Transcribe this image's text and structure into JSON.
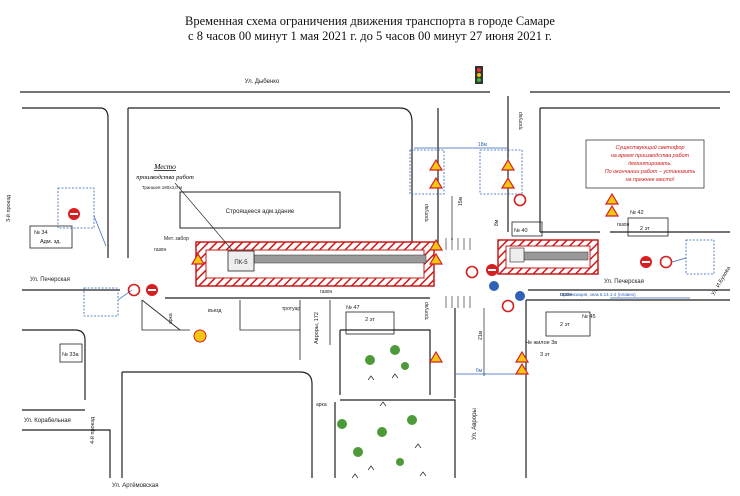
{
  "title": {
    "line1": "Временная схема ограничения движения транспорта в городе Самаре",
    "line2": "с 8 часов 00 минут 1 мая 2021 г. до 5 часов 00 минут 27 июня 2021 г."
  },
  "streets": {
    "dybenko": "Ул. Дыбенко",
    "pecherskaya_left": "Ул. Печерская",
    "pecherskaya_right": "Ул. Печерская",
    "korabelnaya": "Ул. Корабельная",
    "artyomovskaya": "Ул. Артёмовская",
    "avrory": "Ул. Авроры",
    "avrory_mid": "Авроры, 172",
    "proezd_4": "4-й проезд",
    "proezd_3": "3-й проезд",
    "ibuhova": "Ул. И.Бухова"
  },
  "labels": {
    "work_place_1": "Место",
    "work_place_2": "производства работ",
    "trench": "Траншея 180х3,0 м",
    "construction": "Строящееся адм.здание",
    "fence": "Мет. забор",
    "pk": "ПК-5",
    "sidewalk": "тротуар",
    "lawn": "газон",
    "house_34": "№ 34",
    "house_34_sub": "Адм. зд.",
    "house_33a": "№ 33а",
    "house_47": "№ 47",
    "house_47_floors": "2 эт",
    "house_40": "№ 40",
    "house_42": "№ 42",
    "house_42_floors": "2 эт",
    "house_45": "№ 45",
    "house_45_floors": "2 эт",
    "house_3b": "Не жилое 3в",
    "house_3b_floors": "3 эт",
    "yard_entry": "въезд",
    "arch": "арка",
    "dim_18": "18м",
    "dim_6m": "6м",
    "dim_15": "15м",
    "dim_6": "6м",
    "dim_21": "21м",
    "dim_8": "8м",
    "direction": "Организация, знак 6.14.1-2 (плавно)",
    "sign_1_25": "1.25",
    "sign_4_2_1": "4.2.1"
  },
  "note": {
    "line1": "Существующий светофор",
    "line2": "на время производства работ",
    "line3": "демонтировать.",
    "line4": "По окончании работ – установить",
    "line5": "на прежнее место!"
  },
  "colors": {
    "work_zone": "#cc1a1a",
    "road_line": "#222222",
    "sign_red": "#d42020",
    "sign_yellow": "#f3c614",
    "note_text": "#d01818",
    "dim_blue": "#2f62b8",
    "tree_green": "#4e9a3a"
  }
}
